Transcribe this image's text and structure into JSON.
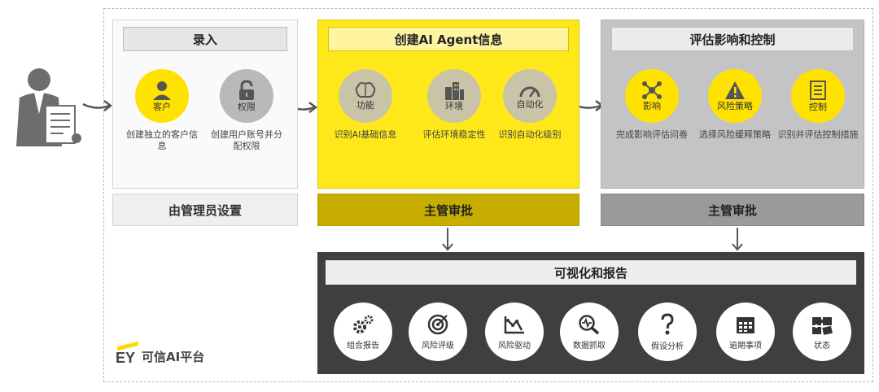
{
  "section1": {
    "title": "录入",
    "items": [
      {
        "icon": "person-icon",
        "label": "客户",
        "desc": "创建独立的客户信息"
      },
      {
        "icon": "lock-icon",
        "label": "权限",
        "desc": "创建用户账号并分配权限"
      }
    ],
    "bottom": "由管理员设置"
  },
  "section2": {
    "title": "创建AI Agent信息",
    "items": [
      {
        "icon": "brain-icon",
        "label": "功能",
        "desc": "识别AI基础信息"
      },
      {
        "icon": "buildings-icon",
        "label": "环境",
        "desc": "评估环境稳定性"
      },
      {
        "icon": "gauge-icon",
        "label": "自动化",
        "desc": "识别自动化级别"
      }
    ],
    "bottom": "主管审批"
  },
  "section3": {
    "title": "评估影响和控制",
    "items": [
      {
        "icon": "network-icon",
        "label": "影响",
        "desc": "完成影响评估问卷"
      },
      {
        "icon": "warning-icon",
        "label": "风险策略",
        "desc": "选择风险缓释策略"
      },
      {
        "icon": "checklist-icon",
        "label": "控制",
        "desc": "识别并评估控制措施"
      }
    ],
    "bottom": "主管审批"
  },
  "report": {
    "title": "可视化和报告",
    "items": [
      {
        "icon": "gears-icon",
        "label": "组合报告"
      },
      {
        "icon": "target-icon",
        "label": "风险评级"
      },
      {
        "icon": "line-chart-icon",
        "label": "风险驱动"
      },
      {
        "icon": "magnifier-icon",
        "label": "数据抓取"
      },
      {
        "icon": "question-icon",
        "label": "假设分析"
      },
      {
        "icon": "calendar-icon",
        "label": "逾期事项"
      },
      {
        "icon": "puzzle-icon",
        "label": "状态"
      }
    ]
  },
  "brand": {
    "logo": "EY",
    "name": "可信AI平台"
  },
  "colors": {
    "yellow": "#ffe81a",
    "dark_yellow": "#c7ad00",
    "gray": "#c4c4c4",
    "dark": "#3f3f3f"
  }
}
